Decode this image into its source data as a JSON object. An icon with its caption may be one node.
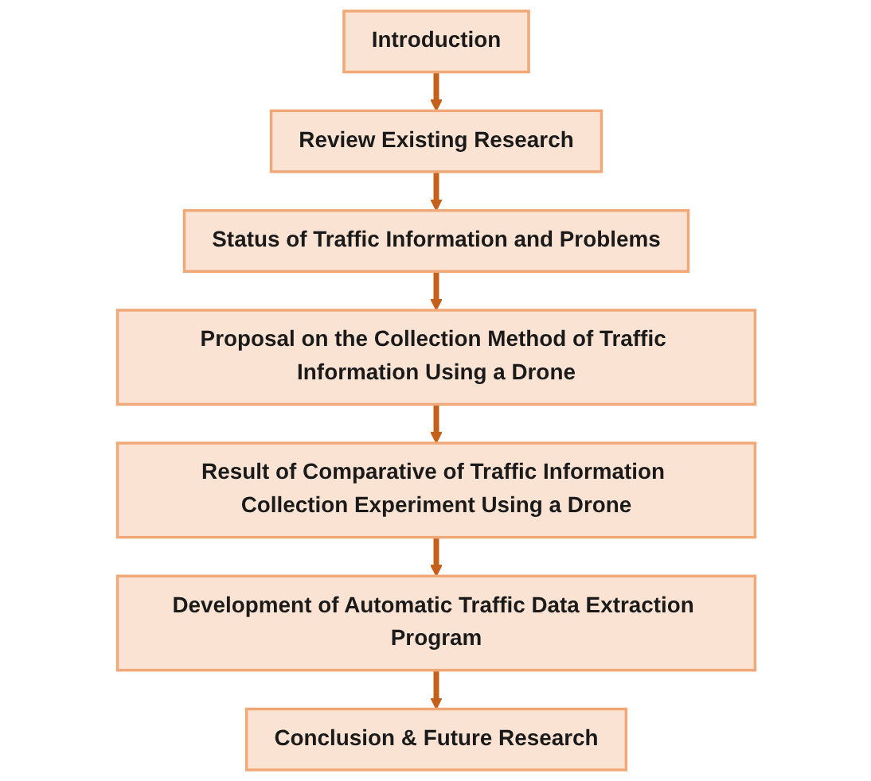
{
  "diagram": {
    "nodes": [
      {
        "text": [
          "Introduction"
        ]
      },
      {
        "text": [
          "Review Existing Research"
        ]
      },
      {
        "text": [
          "Status of Traffic Information and Problems"
        ]
      },
      {
        "text": [
          "Proposal on the Collection Method of Traffic Information Using a Drone"
        ]
      },
      {
        "text": [
          "Result of Comparative of Traffic Information Collection Experiment Using a Drone"
        ]
      },
      {
        "text": [
          "Development of Automatic Traffic Data Extraction Program"
        ]
      },
      {
        "text": [
          "Conclusion & Future Research"
        ]
      }
    ],
    "edges": [
      {
        "from": 0,
        "to": 1,
        "arrow": "to"
      },
      {
        "from": 1,
        "to": 2,
        "arrow": "to"
      },
      {
        "from": 2,
        "to": 3,
        "arrow": "to"
      },
      {
        "from": 3,
        "to": 4,
        "arrow": "to"
      },
      {
        "from": 4,
        "to": 5,
        "arrow": "to"
      },
      {
        "from": 5,
        "to": 6,
        "arrow": "to"
      }
    ]
  }
}
